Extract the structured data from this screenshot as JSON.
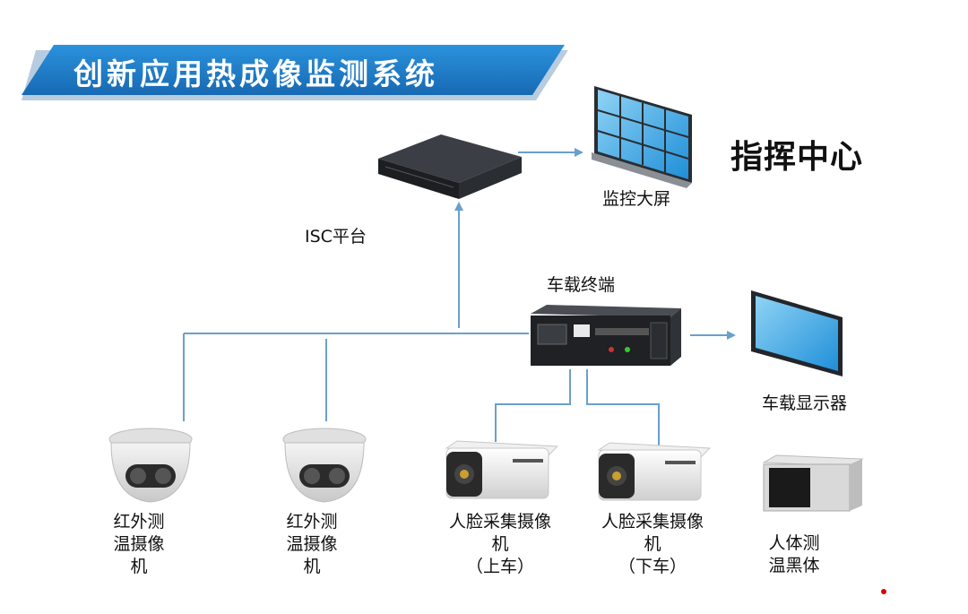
{
  "title": "创新应用热成像监测系统",
  "command_center": "指挥中心",
  "labels": {
    "isc_platform": "ISC平台",
    "video_wall": "监控大屏",
    "vehicle_terminal": "车载终端",
    "vehicle_display": "车载显示器",
    "ir_camera_1": [
      "红外测",
      "温摄像",
      "机"
    ],
    "ir_camera_2": [
      "红外测",
      "温摄像",
      "机"
    ],
    "face_camera_board": [
      "人脸采集摄像",
      "机",
      "（上车）"
    ],
    "face_camera_alight": [
      "人脸采集摄像",
      "机",
      "（下车）"
    ],
    "blackbody": [
      "人体测",
      "温黑体"
    ]
  },
  "colors": {
    "title_banner": "#1f7fc6",
    "connector": "#6a9fcc",
    "accent_dot": "#d60000"
  }
}
